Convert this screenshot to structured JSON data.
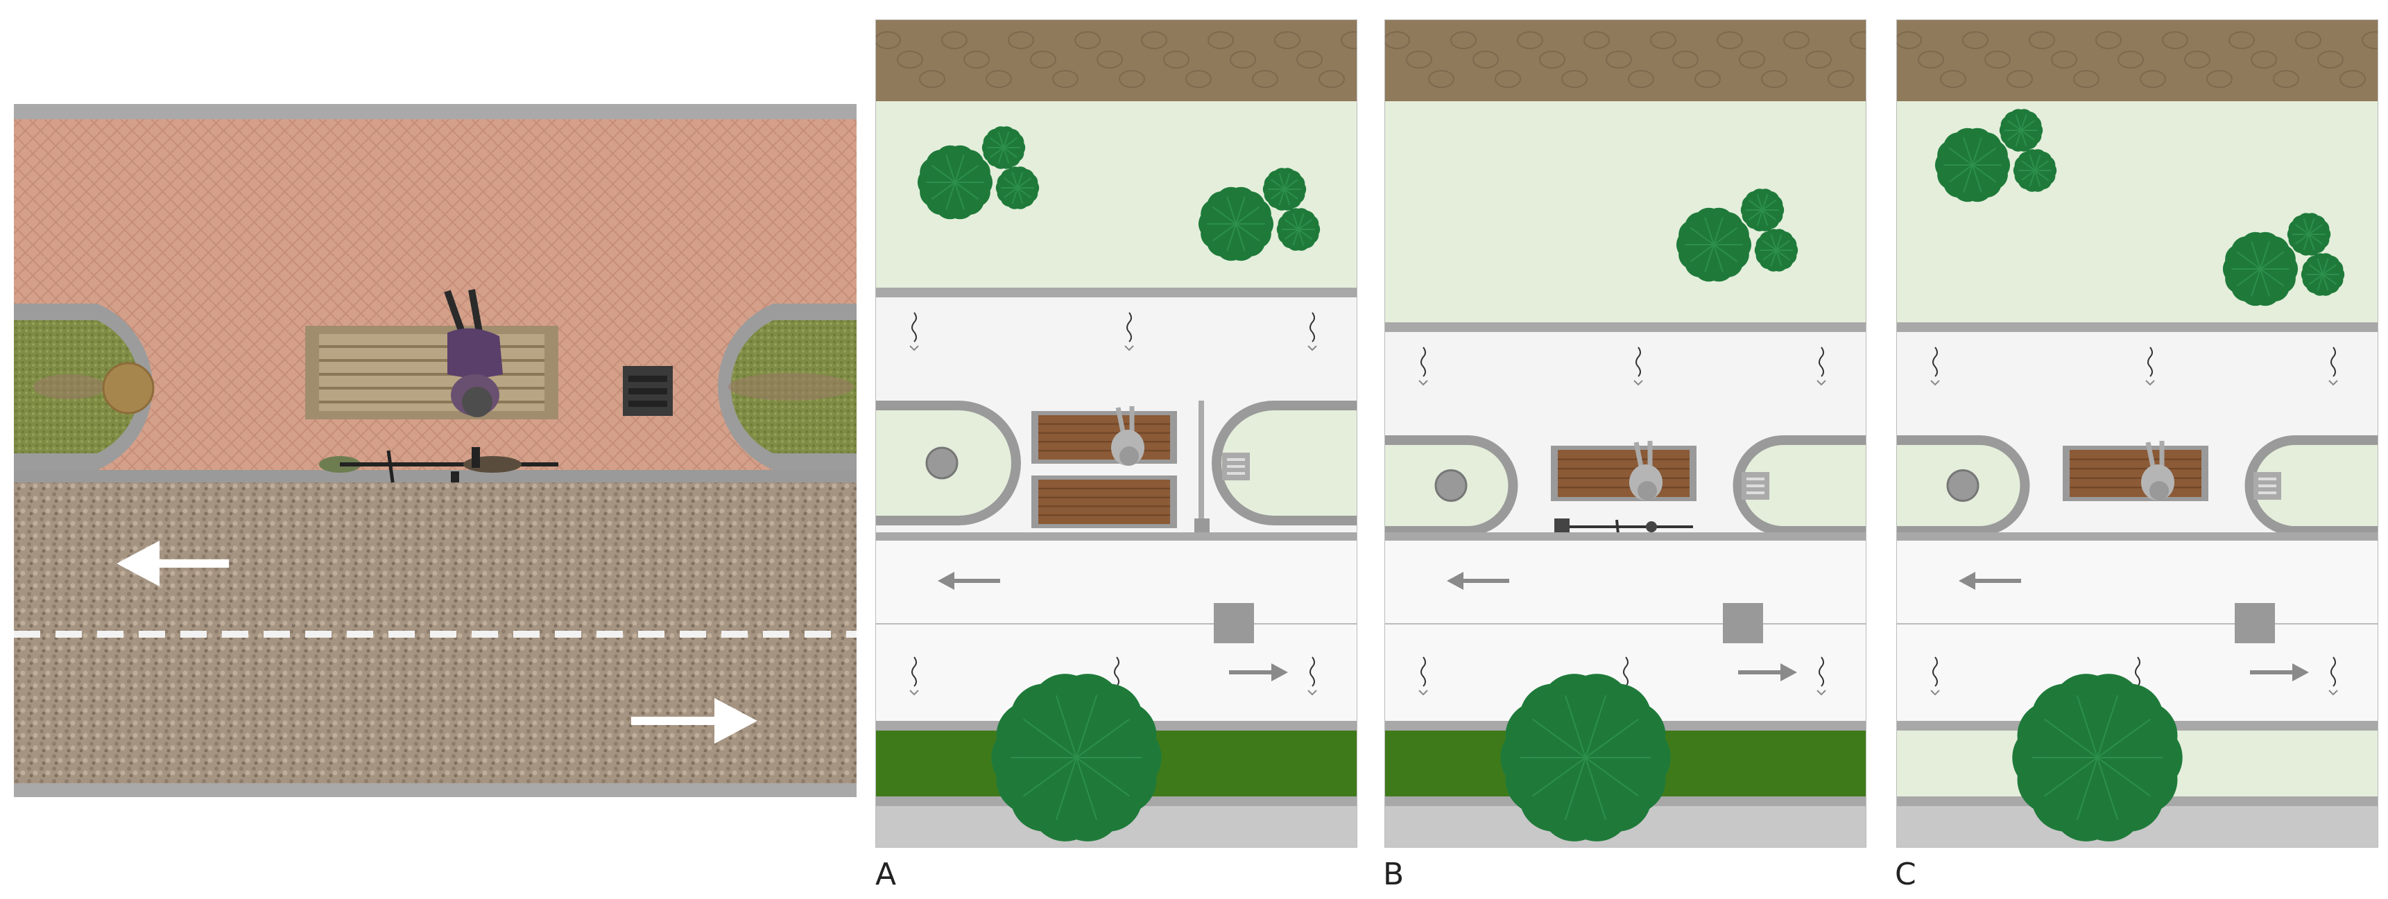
{
  "panels": [
    {
      "id": "photo",
      "label": ""
    },
    {
      "id": "A",
      "label": "A"
    },
    {
      "id": "B",
      "label": "B"
    },
    {
      "id": "C",
      "label": "C"
    }
  ],
  "colors": {
    "paving_pink": "#d4a08a",
    "gravel": "#a59482",
    "grass_photo": "#7f8c45",
    "curb": "#9a9a9a",
    "stone_wall": "#8f7a5c",
    "light_green": "#e4eedb",
    "white_paving": "#f4f4f4",
    "dark_green_strip": "#3f7a1a",
    "tree_green": "#1f7a3a",
    "road_gray": "#c8c8c8",
    "arrow_gray": "#8a8a8a",
    "bench_wood": "#8b5a36"
  }
}
